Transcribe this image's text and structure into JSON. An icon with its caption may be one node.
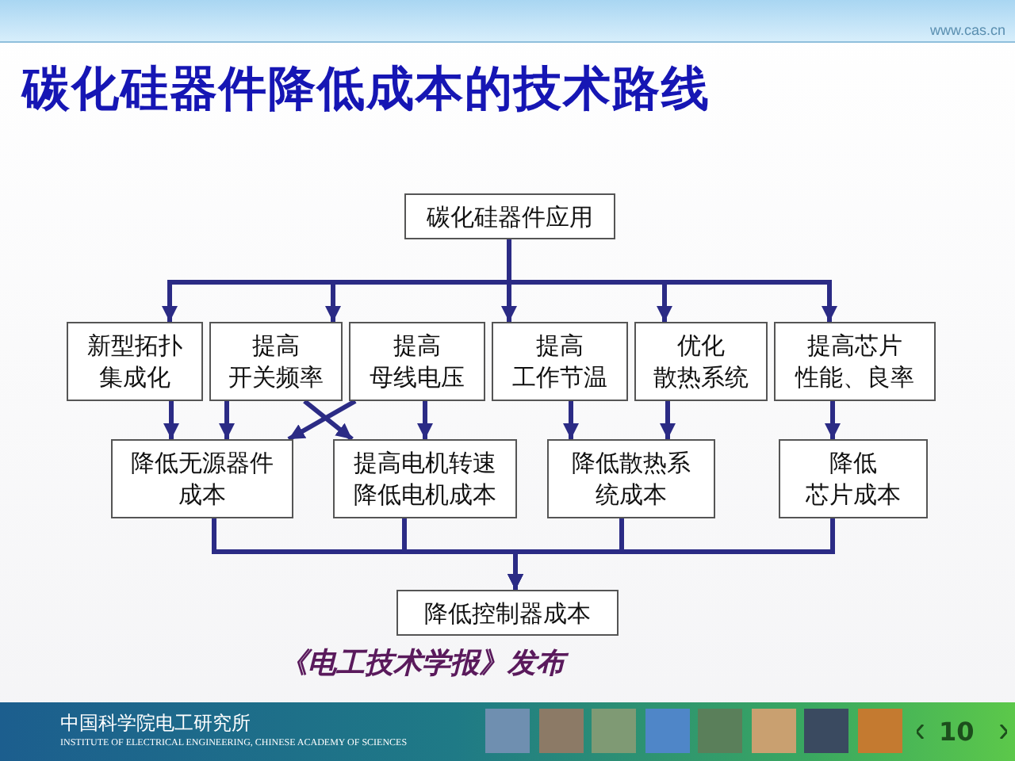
{
  "diagram": {
    "title": "碳化硅器件降低成本的技术路线",
    "caption": "《电工技术学报》发布",
    "nodes": [
      {
        "text": [
          "碳化硅器件应用"
        ]
      },
      {
        "text": [
          "新型拓扑集成化"
        ]
      },
      {
        "text": [
          "提高",
          "开关频率"
        ]
      },
      {
        "text": [
          "提高",
          "母线电压"
        ]
      },
      {
        "text": [
          "提高",
          "工作节温"
        ]
      },
      {
        "text": [
          "优化",
          "散热系统"
        ]
      },
      {
        "text": [
          "提高芯片",
          "性能、良率"
        ]
      },
      {
        "text": [
          "降低无源器件成本"
        ]
      },
      {
        "text": [
          "提高电机转速降低电机成本"
        ]
      },
      {
        "text": [
          "降低散热系统成本"
        ]
      },
      {
        "text": [
          "降低",
          "芯片成本"
        ]
      },
      {
        "text": [
          "降低控制器成本"
        ]
      }
    ],
    "edges": [
      {
        "from": 0,
        "to": 1,
        "arrow": "to"
      },
      {
        "from": 0,
        "to": 2,
        "arrow": "to"
      },
      {
        "from": 0,
        "to": 4,
        "arrow": "to"
      },
      {
        "from": 0,
        "to": 5,
        "arrow": "to"
      },
      {
        "from": 0,
        "to": 6,
        "arrow": "to"
      },
      {
        "from": 1,
        "to": 7,
        "arrow": "to"
      },
      {
        "from": 2,
        "to": 7,
        "arrow": "to"
      },
      {
        "from": 2,
        "to": 8,
        "arrow": "to"
      },
      {
        "from": 3,
        "to": 7,
        "arrow": "to"
      },
      {
        "from": 3,
        "to": 8,
        "arrow": "to"
      },
      {
        "from": 4,
        "to": 9,
        "arrow": "to"
      },
      {
        "from": 5,
        "to": 9,
        "arrow": "to"
      },
      {
        "from": 6,
        "to": 10,
        "arrow": "to"
      },
      {
        "from": 7,
        "to": 11,
        "arrow": "to"
      },
      {
        "from": 8,
        "to": 11,
        "arrow": "to"
      },
      {
        "from": 9,
        "to": 11,
        "arrow": "to"
      },
      {
        "from": 10,
        "to": 11,
        "arrow": "to"
      }
    ],
    "labels": [
      "www.cas.cn",
      "中国科学院电工研究所",
      "INSTITUTE OF ELECTRICAL ENGINEERING, CHINESE ACADEMY OF SCIENCES",
      "10"
    ]
  }
}
